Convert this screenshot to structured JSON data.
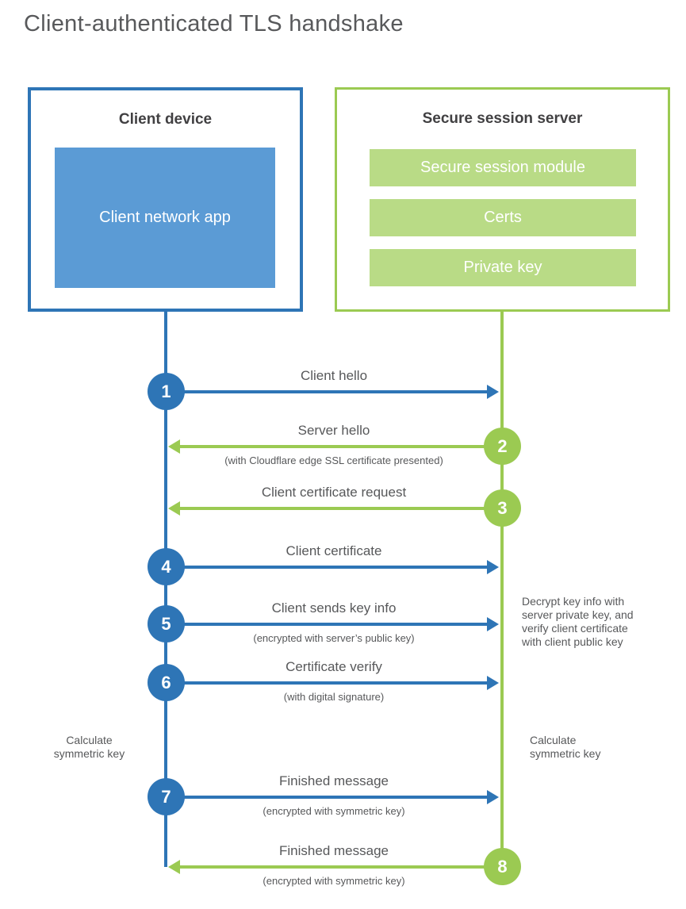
{
  "title": "Client-authenticated TLS handshake",
  "colors": {
    "blue": "#2e75b6",
    "blue_fill": "#5b9bd5",
    "green": "#9bca52",
    "green_fill": "#b9db86"
  },
  "client_box": {
    "title": "Client device",
    "app_label": "Client network app"
  },
  "server_box": {
    "title": "Secure session server",
    "modules": [
      "Secure session module",
      "Certs",
      "Private key"
    ]
  },
  "steps": [
    {
      "number": "1",
      "from": "client",
      "to": "server",
      "label": "Client hello",
      "sublabel": ""
    },
    {
      "number": "2",
      "from": "server",
      "to": "client",
      "label": "Server hello",
      "sublabel": "(with Cloudflare edge SSL certificate presented)"
    },
    {
      "number": "3",
      "from": "server",
      "to": "client",
      "label": "Client certificate request",
      "sublabel": ""
    },
    {
      "number": "4",
      "from": "client",
      "to": "server",
      "label": "Client certificate",
      "sublabel": ""
    },
    {
      "number": "5",
      "from": "client",
      "to": "server",
      "label": "Client sends key info",
      "sublabel": "(encrypted with server’s public key)"
    },
    {
      "number": "6",
      "from": "client",
      "to": "server",
      "label": "Certificate verify",
      "sublabel": "(with digital signature)"
    },
    {
      "number": "7",
      "from": "client",
      "to": "server",
      "label": "Finished message",
      "sublabel": "(encrypted with symmetric key)"
    },
    {
      "number": "8",
      "from": "server",
      "to": "client",
      "label": "Finished message",
      "sublabel": "(encrypted with symmetric key)"
    }
  ],
  "annotations": {
    "decrypt_note": "Decrypt key info with\nserver private key, and\nverify client certificate\nwith client public key",
    "calc_left": "Calculate\nsymmetric key",
    "calc_right": "Calculate\nsymmetric key"
  }
}
